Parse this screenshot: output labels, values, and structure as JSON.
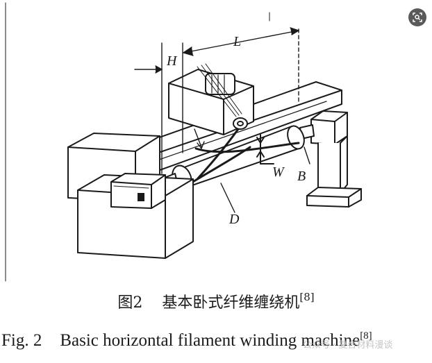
{
  "figure": {
    "labels": {
      "H": "H",
      "L": "L",
      "W": "W",
      "B": "B",
      "D": "D"
    }
  },
  "caption_zh": {
    "number": "图2",
    "title": "基本卧式纤维缠绕机",
    "ref": "[8]"
  },
  "caption_en": {
    "number": "Fig. 2",
    "title": "Basic horizontal filament winding machine",
    "ref": "[8]"
  },
  "toolbar": {
    "icon": "image-search-icon"
  },
  "watermark": {
    "text": "公众号 · 复合材料漫谈"
  }
}
